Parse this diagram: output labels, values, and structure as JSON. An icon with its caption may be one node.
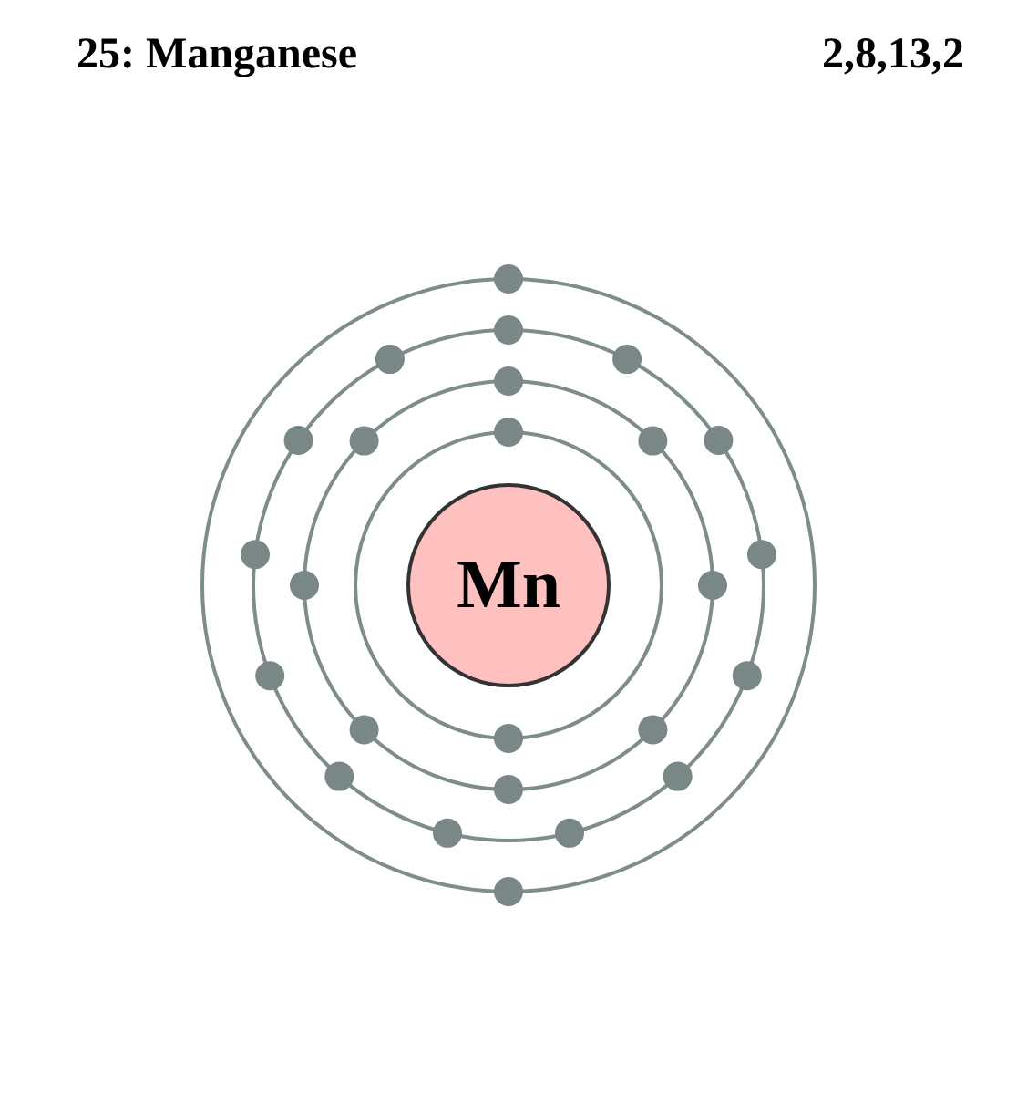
{
  "diagram": {
    "title": "25: Manganese",
    "nodes": [
      {
        "text": [
          "Mn"
        ]
      }
    ],
    "edges": [],
    "labels": [
      "2,8,13,2"
    ]
  }
}
